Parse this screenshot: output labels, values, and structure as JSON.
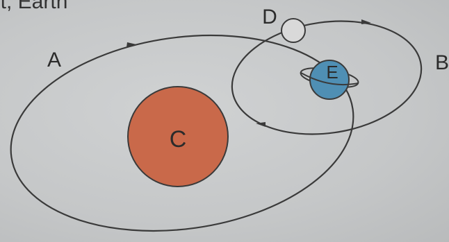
{
  "header_fragment": "it, Earth",
  "labels": {
    "A": "A",
    "B": "B",
    "C": "C",
    "D": "D",
    "E": "E"
  },
  "colors": {
    "background": "#c6c8c9",
    "orbit_stroke": "#3a3a3a",
    "body_c_fill": "#c9694a",
    "body_d_fill": "#d9d9d9",
    "body_e_fill": "#4f8fb4"
  }
}
